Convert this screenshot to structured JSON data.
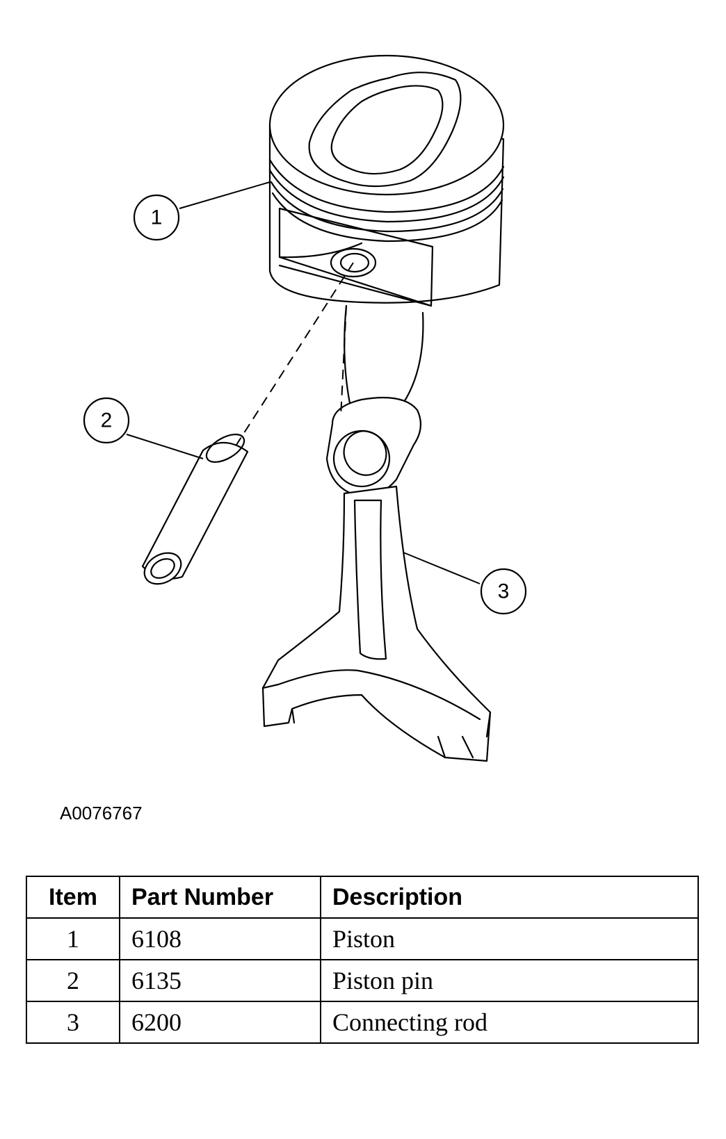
{
  "figure": {
    "id": "A0076767",
    "callouts": [
      "1",
      "2",
      "3"
    ]
  },
  "table": {
    "headers": [
      "Item",
      "Part Number",
      "Description"
    ],
    "rows": [
      [
        "1",
        "6108",
        "Piston"
      ],
      [
        "2",
        "6135",
        "Piston pin"
      ],
      [
        "3",
        "6200",
        "Connecting rod"
      ]
    ]
  }
}
